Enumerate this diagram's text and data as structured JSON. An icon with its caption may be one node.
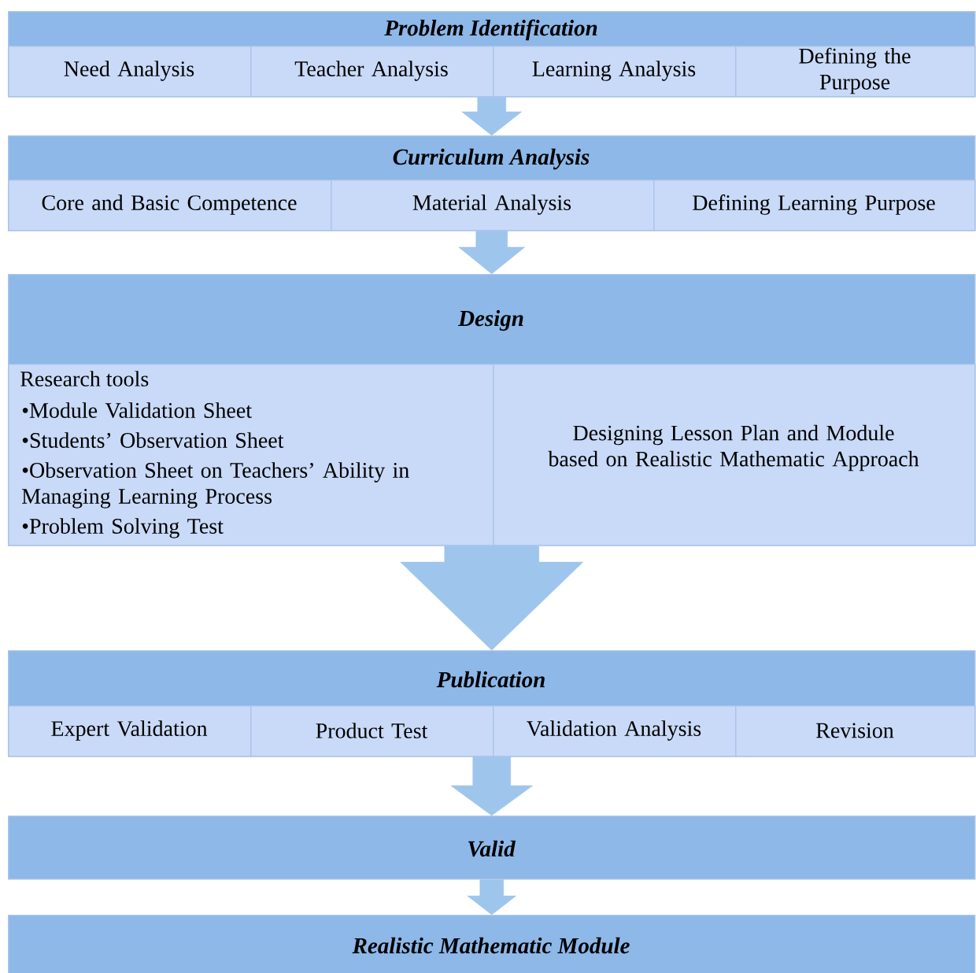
{
  "diagram": {
    "nodes": [
      {
        "text": [
          "Problem Identification"
        ]
      },
      {
        "text": [
          "Need Analysis"
        ],
        "in": 0
      },
      {
        "text": [
          "Teacher Analysis"
        ],
        "in": 0
      },
      {
        "text": [
          "Learning Analysis"
        ],
        "in": 0
      },
      {
        "text": [
          "Defining the Purpose"
        ],
        "in": 0
      },
      {
        "text": [
          "Curriculum Analysis"
        ]
      },
      {
        "text": [
          "Core and Basic Competence"
        ],
        "in": 5
      },
      {
        "text": [
          "Material Analysis"
        ],
        "in": 5
      },
      {
        "text": [
          "Defining Learning Purpose"
        ],
        "in": 5
      },
      {
        "text": [
          "Design"
        ]
      },
      {
        "text": [
          "Research tools",
          "•Module Validation Sheet",
          "•Students’ Observation Sheet",
          "•Observation Sheet on Teachers’ Ability in Managing Learning Process",
          "•Problem Solving Test"
        ],
        "in": 9
      },
      {
        "text": [
          "Designing Lesson Plan and Module based on Realistic Mathematic Approach"
        ],
        "in": 9
      },
      {
        "text": [
          "Publication"
        ]
      },
      {
        "text": [
          "Expert Validation"
        ],
        "in": 12
      },
      {
        "text": [
          "Product Test"
        ],
        "in": 12
      },
      {
        "text": [
          "Validation Analysis"
        ],
        "in": 12
      },
      {
        "text": [
          "Revision"
        ],
        "in": 12
      },
      {
        "text": [
          "Valid"
        ]
      },
      {
        "text": [
          "Realistic Mathematic Module"
        ]
      }
    ],
    "edges": [
      {
        "from": 0,
        "to": 5,
        "arrow": "to"
      },
      {
        "from": 5,
        "to": 9,
        "arrow": "to"
      },
      {
        "from": 9,
        "to": 12,
        "arrow": "to"
      },
      {
        "from": 12,
        "to": 17,
        "arrow": "to"
      },
      {
        "from": 17,
        "to": 18,
        "arrow": "to"
      }
    ]
  }
}
